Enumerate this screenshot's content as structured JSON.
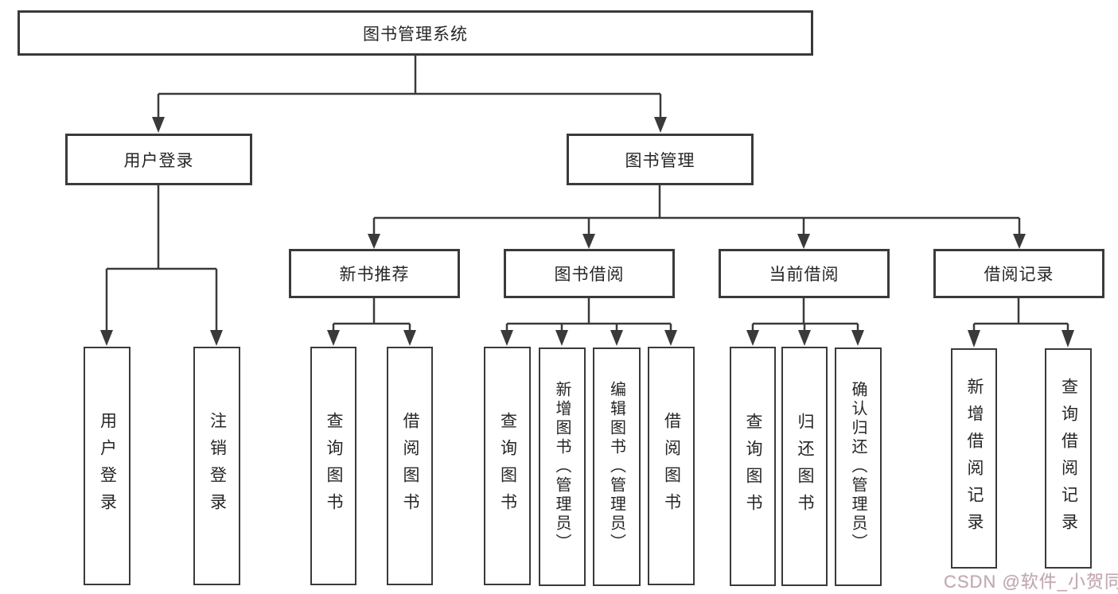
{
  "diagram_title": "图书管理系统",
  "tree": {
    "root": {
      "label": "图书管理系统"
    },
    "branches": [
      {
        "label": "用户登录",
        "children": [
          {
            "label": "用户登录"
          },
          {
            "label": "注销登录"
          }
        ]
      },
      {
        "label": "图书管理",
        "children": [
          {
            "label": "新书推荐",
            "children": [
              {
                "label": "查询图书"
              },
              {
                "label": "借阅图书"
              }
            ]
          },
          {
            "label": "图书借阅",
            "children": [
              {
                "label": "查询图书"
              },
              {
                "label": "新增图书（管理员）"
              },
              {
                "label": "编辑图书（管理员）"
              },
              {
                "label": "借阅图书"
              }
            ]
          },
          {
            "label": "当前借阅",
            "children": [
              {
                "label": "查询图书"
              },
              {
                "label": "归还图书"
              },
              {
                "label": "确认归还（管理员）"
              }
            ]
          },
          {
            "label": "借阅记录",
            "children": [
              {
                "label": "新增借阅记录"
              },
              {
                "label": "查询借阅记录"
              }
            ]
          }
        ]
      }
    ]
  },
  "watermark": {
    "text": "CSDN @软件_小贺同学"
  },
  "colors": {
    "line": "#3a3a3a",
    "box_border": "#3a3a3a",
    "text": "#262626",
    "background": "#ffffff",
    "watermark": "#bda0a9"
  }
}
